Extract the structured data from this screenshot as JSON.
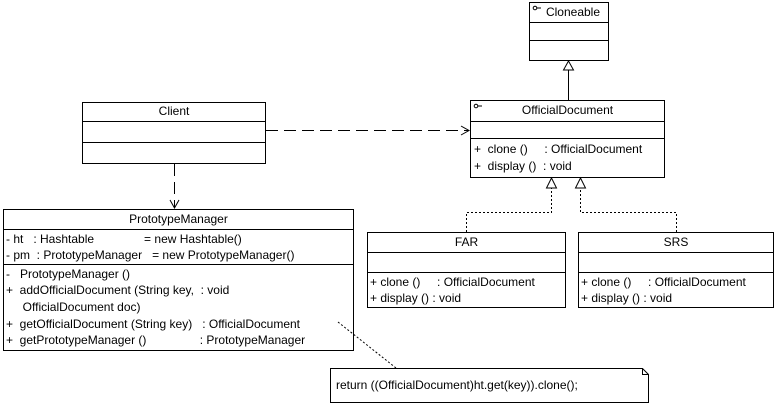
{
  "classes": {
    "cloneable": {
      "name": "Cloneable"
    },
    "official_document": {
      "name": "OfficialDocument",
      "methods": [
        "+  clone ()     : OfficialDocument",
        "+  display ()  : void"
      ]
    },
    "client": {
      "name": "Client"
    },
    "prototype_manager": {
      "name": "PrototypeManager",
      "attributes": [
        "- ht   : Hashtable               = new Hashtable()",
        "- pm  : PrototypeManager   = new PrototypeManager()"
      ],
      "methods": [
        "-   PrototypeManager ()",
        "+  addOfficialDocument (String key,  : void",
        "     OfficialDocument doc)",
        "+  getOfficialDocument (String key)   : OfficialDocument",
        "+  getPrototypeManager ()                : PrototypeManager"
      ]
    },
    "far": {
      "name": "FAR",
      "methods": [
        "+ clone ()     : OfficialDocument",
        "+ display () : void"
      ]
    },
    "srs": {
      "name": "SRS",
      "methods": [
        "+ clone ()     : OfficialDocument",
        "+ display () : void"
      ]
    }
  },
  "note": {
    "text": "return ((OfficialDocument)ht.get(key)).clone();"
  }
}
